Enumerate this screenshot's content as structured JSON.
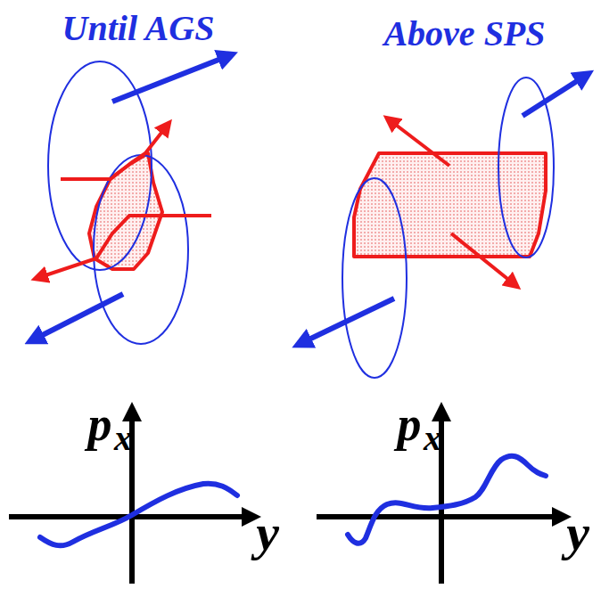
{
  "diagram": {
    "labels": [
      "Until AGS",
      "Above SPS",
      "p",
      "x",
      "y",
      "p",
      "x",
      "y"
    ]
  }
}
